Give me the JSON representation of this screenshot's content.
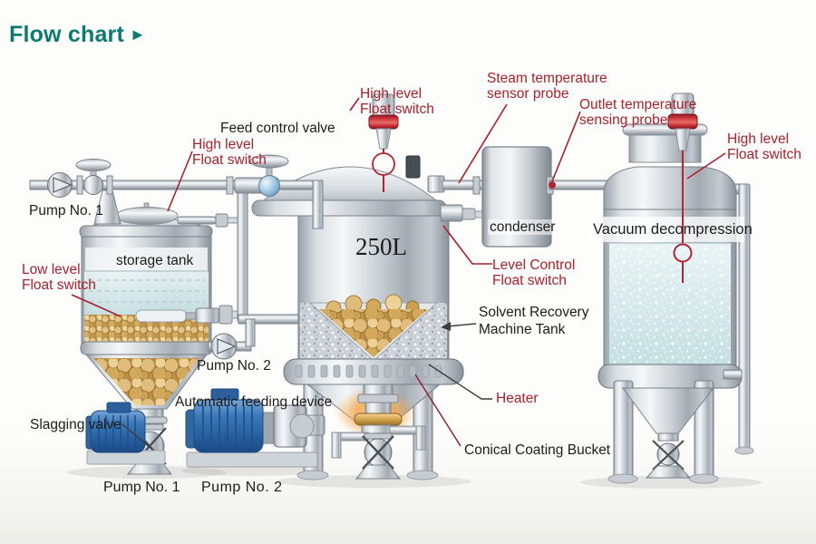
{
  "labels": {
    "title": "Flow chart",
    "title_arrow": "►",
    "feed_control_valve": "Feed control valve",
    "high_level_storage": "High level\nFloat switch",
    "high_level_middle": "High level\nFloat switch",
    "high_level_right": "High level\nFloat switch",
    "steam_probe": "Steam temperature\nsensor probe",
    "outlet_probe": "Outlet temperature\nsensing probe",
    "low_level": "Low level\nFloat switch",
    "level_control": "Level Control\nFloat switch",
    "storage_tank": "storage tank",
    "capacity": "250L",
    "condenser": "condenser",
    "vacuum_decompression": "Vacuum decompression",
    "solvent_recovery": "Solvent Recovery\nMachine Tank",
    "heater": "Heater",
    "conical_bucket": "Conical Coating Bucket",
    "automatic_feeding": "Automatic feeding device",
    "slagging_valve": "Slagging valve",
    "pump_no1_top": "Pump No. 1",
    "pump_no2_mid": "Pump No. 2",
    "pump_no1_bottom": "Pump No. 1",
    "pump_no2_bottom": "Pump No. 2"
  },
  "colors": {
    "title_teal": "#0c7a73",
    "label_red": "#a5222f",
    "float_band_red": "#c22b33",
    "pump_blue": "#2f6cae",
    "pellet_gold": "#d2a95c",
    "liquid_cyan": "#cfe6e8",
    "glow_orange": "#f6a94e"
  }
}
